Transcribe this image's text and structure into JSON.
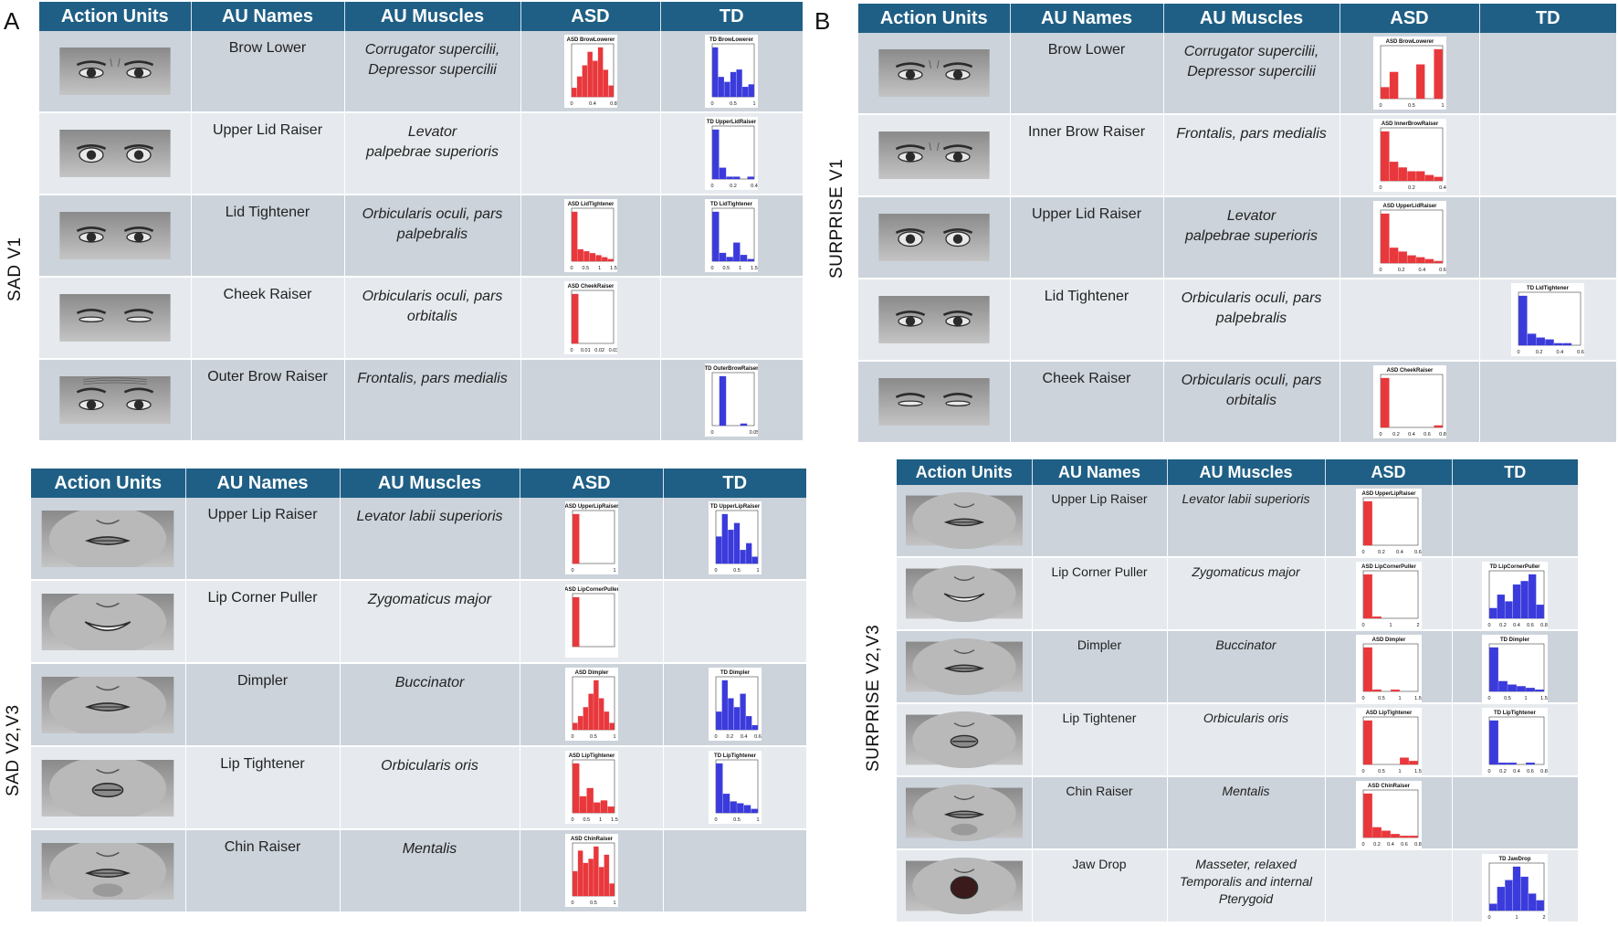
{
  "panels": {
    "a": "A",
    "b": "B"
  },
  "columns": [
    "Action Units",
    "AU Names",
    "AU Muscles",
    "ASD",
    "TD"
  ],
  "colors": {
    "header": "#1f5f85",
    "asd": "#e8383c",
    "td": "#3b3bdc"
  },
  "tables": {
    "sad_v1": {
      "label": "SAD V1",
      "rows": [
        {
          "face": "eyes-brow",
          "name": "Brow Lower",
          "muscle": "Corrugator supercilii,\nDepressor supercilii",
          "asd": {
            "title": "ASD BrowLowerer",
            "bins": [
              4,
              9,
              14,
              20,
              16,
              22,
              12,
              5
            ],
            "ticks": [
              "0",
              "0.4",
              "0.8"
            ]
          },
          "td": {
            "title": "TD BrowLowerer",
            "bins": [
              20,
              8,
              6,
              10,
              11,
              4,
              5
            ],
            "ticks": [
              "0",
              "0.5",
              "1"
            ]
          }
        },
        {
          "face": "eyes-wide",
          "name": "Upper Lid Raiser",
          "muscle": "Levator\npalpebrae superioris",
          "asd": null,
          "td": {
            "title": "TD UpperLidRaiser",
            "bins": [
              22,
              5,
              1,
              1,
              0,
              1
            ],
            "ticks": [
              "0",
              "0.2",
              "0.4"
            ]
          }
        },
        {
          "face": "eyes",
          "name": "Lid Tightener",
          "muscle": "Orbicularis oculi, pars\npalpebralis",
          "asd": {
            "title": "ASD LidTightener",
            "bins": [
              25,
              6,
              5,
              4,
              3,
              2,
              1
            ],
            "ticks": [
              "0",
              "0.5",
              "1",
              "1.5"
            ]
          },
          "td": {
            "title": "TD LidTightener",
            "bins": [
              24,
              4,
              2,
              9,
              3,
              1
            ],
            "ticks": [
              "0",
              "0.5",
              "1",
              "1.5"
            ]
          }
        },
        {
          "face": "eyes-squint",
          "name": "Cheek Raiser",
          "muscle": "Orbicularis oculi, pars\norbitalis",
          "asd": {
            "title": "ASD CheekRaiser",
            "bins": [
              26,
              0,
              0,
              0,
              0,
              0
            ],
            "ticks": [
              "0",
              "0.01",
              "0.02",
              "0.03"
            ]
          },
          "td": null
        },
        {
          "face": "brow-raise",
          "name": "Outer Brow Raiser",
          "muscle": "Frontalis, pars medialis",
          "asd": null,
          "td": {
            "title": "TD OuterBrowRaiser",
            "bins": [
              0,
              26,
              0,
              0,
              1,
              0
            ],
            "ticks": [
              "0",
              "0.05"
            ]
          }
        }
      ]
    },
    "sad_v23": {
      "label": "SAD  V2,V3",
      "rows": [
        {
          "face": "mouth",
          "name": "Upper Lip Raiser",
          "muscle": "Levator labii superioris",
          "asd": {
            "title": "ASD UpperLipRaiser",
            "bins": [
              26,
              0,
              0,
              0,
              0,
              0
            ],
            "ticks": [
              "0",
              "1"
            ]
          },
          "td": {
            "title": "TD UpperLipRaiser",
            "bins": [
              12,
              22,
              15,
              18,
              6,
              9,
              3
            ],
            "ticks": [
              "0",
              "0.5",
              "1"
            ]
          }
        },
        {
          "face": "smile",
          "name": "Lip Corner Puller",
          "muscle": "Zygomaticus major",
          "asd": {
            "title": "ASD LipCornerPuller",
            "bins": [
              26,
              0,
              0,
              0,
              0,
              0
            ],
            "ticks": [
              "",
              ""
            ]
          },
          "td": null
        },
        {
          "face": "mouth",
          "name": "Dimpler",
          "muscle": "Buccinator",
          "asd": {
            "title": "ASD Dimpler",
            "bins": [
              3,
              6,
              10,
              16,
              22,
              14,
              8,
              3
            ],
            "ticks": [
              "0",
              "0.5",
              "1"
            ]
          },
          "td": {
            "title": "TD Dimpler",
            "bins": [
              8,
              22,
              14,
              10,
              16,
              6,
              2
            ],
            "ticks": [
              "0",
              "0.2",
              "0.4",
              "0.6"
            ]
          }
        },
        {
          "face": "pucker",
          "name": "Lip Tightener",
          "muscle": "Orbicularis oris",
          "asd": {
            "title": "ASD LipTightener",
            "bins": [
              24,
              8,
              12,
              5,
              6,
              3
            ],
            "ticks": [
              "0",
              "0.5",
              "1",
              "1.5"
            ]
          },
          "td": {
            "title": "TD LipTightener",
            "bins": [
              26,
              10,
              6,
              5,
              4,
              2
            ],
            "ticks": [
              "0",
              "0.5",
              "1"
            ]
          }
        },
        {
          "face": "chin",
          "name": "Chin Raiser",
          "muscle": "Mentalis",
          "asd": {
            "title": "ASD ChinRaiser",
            "bins": [
              12,
              22,
              16,
              18,
              24,
              14,
              20,
              6
            ],
            "ticks": [
              "0",
              "0.5",
              "1"
            ]
          },
          "td": null
        }
      ]
    },
    "surprise_v1": {
      "label": "SURPRISE V1",
      "rows": [
        {
          "face": "eyes-brow",
          "name": "Brow Lower",
          "muscle": "Corrugator supercilii,\nDepressor supercilii",
          "asd": {
            "title": "ASD BrowLowerer",
            "bins": [
              6,
              14,
              0,
              0,
              18,
              0,
              26
            ],
            "ticks": [
              "0",
              "0.5",
              "1"
            ]
          },
          "td": null
        },
        {
          "face": "eyes-brow",
          "name": "Inner Brow Raiser",
          "muscle": "Frontalis, pars medialis",
          "asd": {
            "title": "ASD InnerBrowRaiser",
            "bins": [
              26,
              10,
              7,
              5,
              5,
              3,
              2
            ],
            "ticks": [
              "0",
              "0.2",
              "0.4"
            ]
          },
          "td": null
        },
        {
          "face": "eyes-wide",
          "name": "Upper Lid Raiser",
          "muscle": "Levator\npalpebrae superioris",
          "asd": {
            "title": "ASD UpperLidRaiser",
            "bins": [
              26,
              8,
              6,
              4,
              3,
              2,
              1
            ],
            "ticks": [
              "0",
              "0.2",
              "0.4",
              "0.6"
            ]
          },
          "td": null
        },
        {
          "face": "eyes",
          "name": "Lid Tightener",
          "muscle": "Orbicularis oculi, pars\npalpebralis",
          "asd": null,
          "td": {
            "title": "TD LidTightener",
            "bins": [
              26,
              6,
              4,
              3,
              1,
              1,
              0
            ],
            "ticks": [
              "0",
              "0.2",
              "0.4",
              "0.6"
            ]
          }
        },
        {
          "face": "eyes-squint",
          "name": "Cheek Raiser",
          "muscle": "Orbicularis oculi, pars\norbitalis",
          "asd": {
            "title": "ASD CheekRaiser",
            "bins": [
              26,
              0,
              0,
              0,
              0,
              0,
              1
            ],
            "ticks": [
              "0",
              "0.2",
              "0.4",
              "0.6",
              "0.8"
            ]
          },
          "td": null
        }
      ]
    },
    "surprise_v23": {
      "label": "SURPRISE  V2,V3",
      "rows": [
        {
          "face": "mouth",
          "name": "Upper Lip Raiser",
          "muscle": "Levator labii superioris",
          "asd": {
            "title": "ASD UpperLipRaiser",
            "bins": [
              26,
              0,
              0,
              0,
              0,
              0
            ],
            "ticks": [
              "0",
              "0.2",
              "0.4",
              "0.6"
            ]
          },
          "td": null
        },
        {
          "face": "smile",
          "name": "Lip Corner Puller",
          "muscle": "Zygomaticus major",
          "asd": {
            "title": "ASD LipCornerPuller",
            "bins": [
              26,
              1,
              0,
              0,
              0,
              0
            ],
            "ticks": [
              "0",
              "1",
              "2"
            ]
          },
          "td": {
            "title": "TD LipCornerPuller",
            "bins": [
              6,
              14,
              10,
              20,
              22,
              26,
              8
            ],
            "ticks": [
              "0",
              "0.2",
              "0.4",
              "0.6",
              "0.8"
            ]
          }
        },
        {
          "face": "mouth",
          "name": "Dimpler",
          "muscle": "Buccinator",
          "asd": {
            "title": "ASD Dimpler",
            "bins": [
              26,
              1,
              0,
              1,
              0,
              0
            ],
            "ticks": [
              "0",
              "0.5",
              "1",
              "1.5"
            ]
          },
          "td": {
            "title": "TD Dimpler",
            "bins": [
              26,
              6,
              4,
              3,
              2,
              1
            ],
            "ticks": [
              "0",
              "0.5",
              "1",
              "1.5"
            ]
          }
        },
        {
          "face": "pucker",
          "name": "Lip Tightener",
          "muscle": "Orbicularis oris",
          "asd": {
            "title": "ASD LipTightener",
            "bins": [
              26,
              0,
              0,
              0,
              4,
              2
            ],
            "ticks": [
              "0",
              "0.5",
              "1",
              "1.5"
            ]
          },
          "td": {
            "title": "TD LipTightener",
            "bins": [
              26,
              1,
              1,
              0,
              1,
              0
            ],
            "ticks": [
              "0",
              "0.2",
              "0.4",
              "0.6",
              "0.8"
            ]
          }
        },
        {
          "face": "chin",
          "name": "Chin Raiser",
          "muscle": "Mentalis",
          "asd": {
            "title": "ASD ChinRaiser",
            "bins": [
              26,
              6,
              4,
              2,
              1,
              1
            ],
            "ticks": [
              "0",
              "0.2",
              "0.4",
              "0.6",
              "0.8"
            ]
          },
          "td": null
        },
        {
          "face": "jaw",
          "name": "Jaw Drop",
          "muscle": "Masseter, relaxed\nTemporalis and internal\nPterygoid",
          "asd": null,
          "td": {
            "title": "TD JawDrop",
            "bins": [
              4,
              14,
              18,
              26,
              20,
              10,
              6
            ],
            "ticks": [
              "0",
              "1",
              "2"
            ]
          }
        }
      ]
    }
  }
}
